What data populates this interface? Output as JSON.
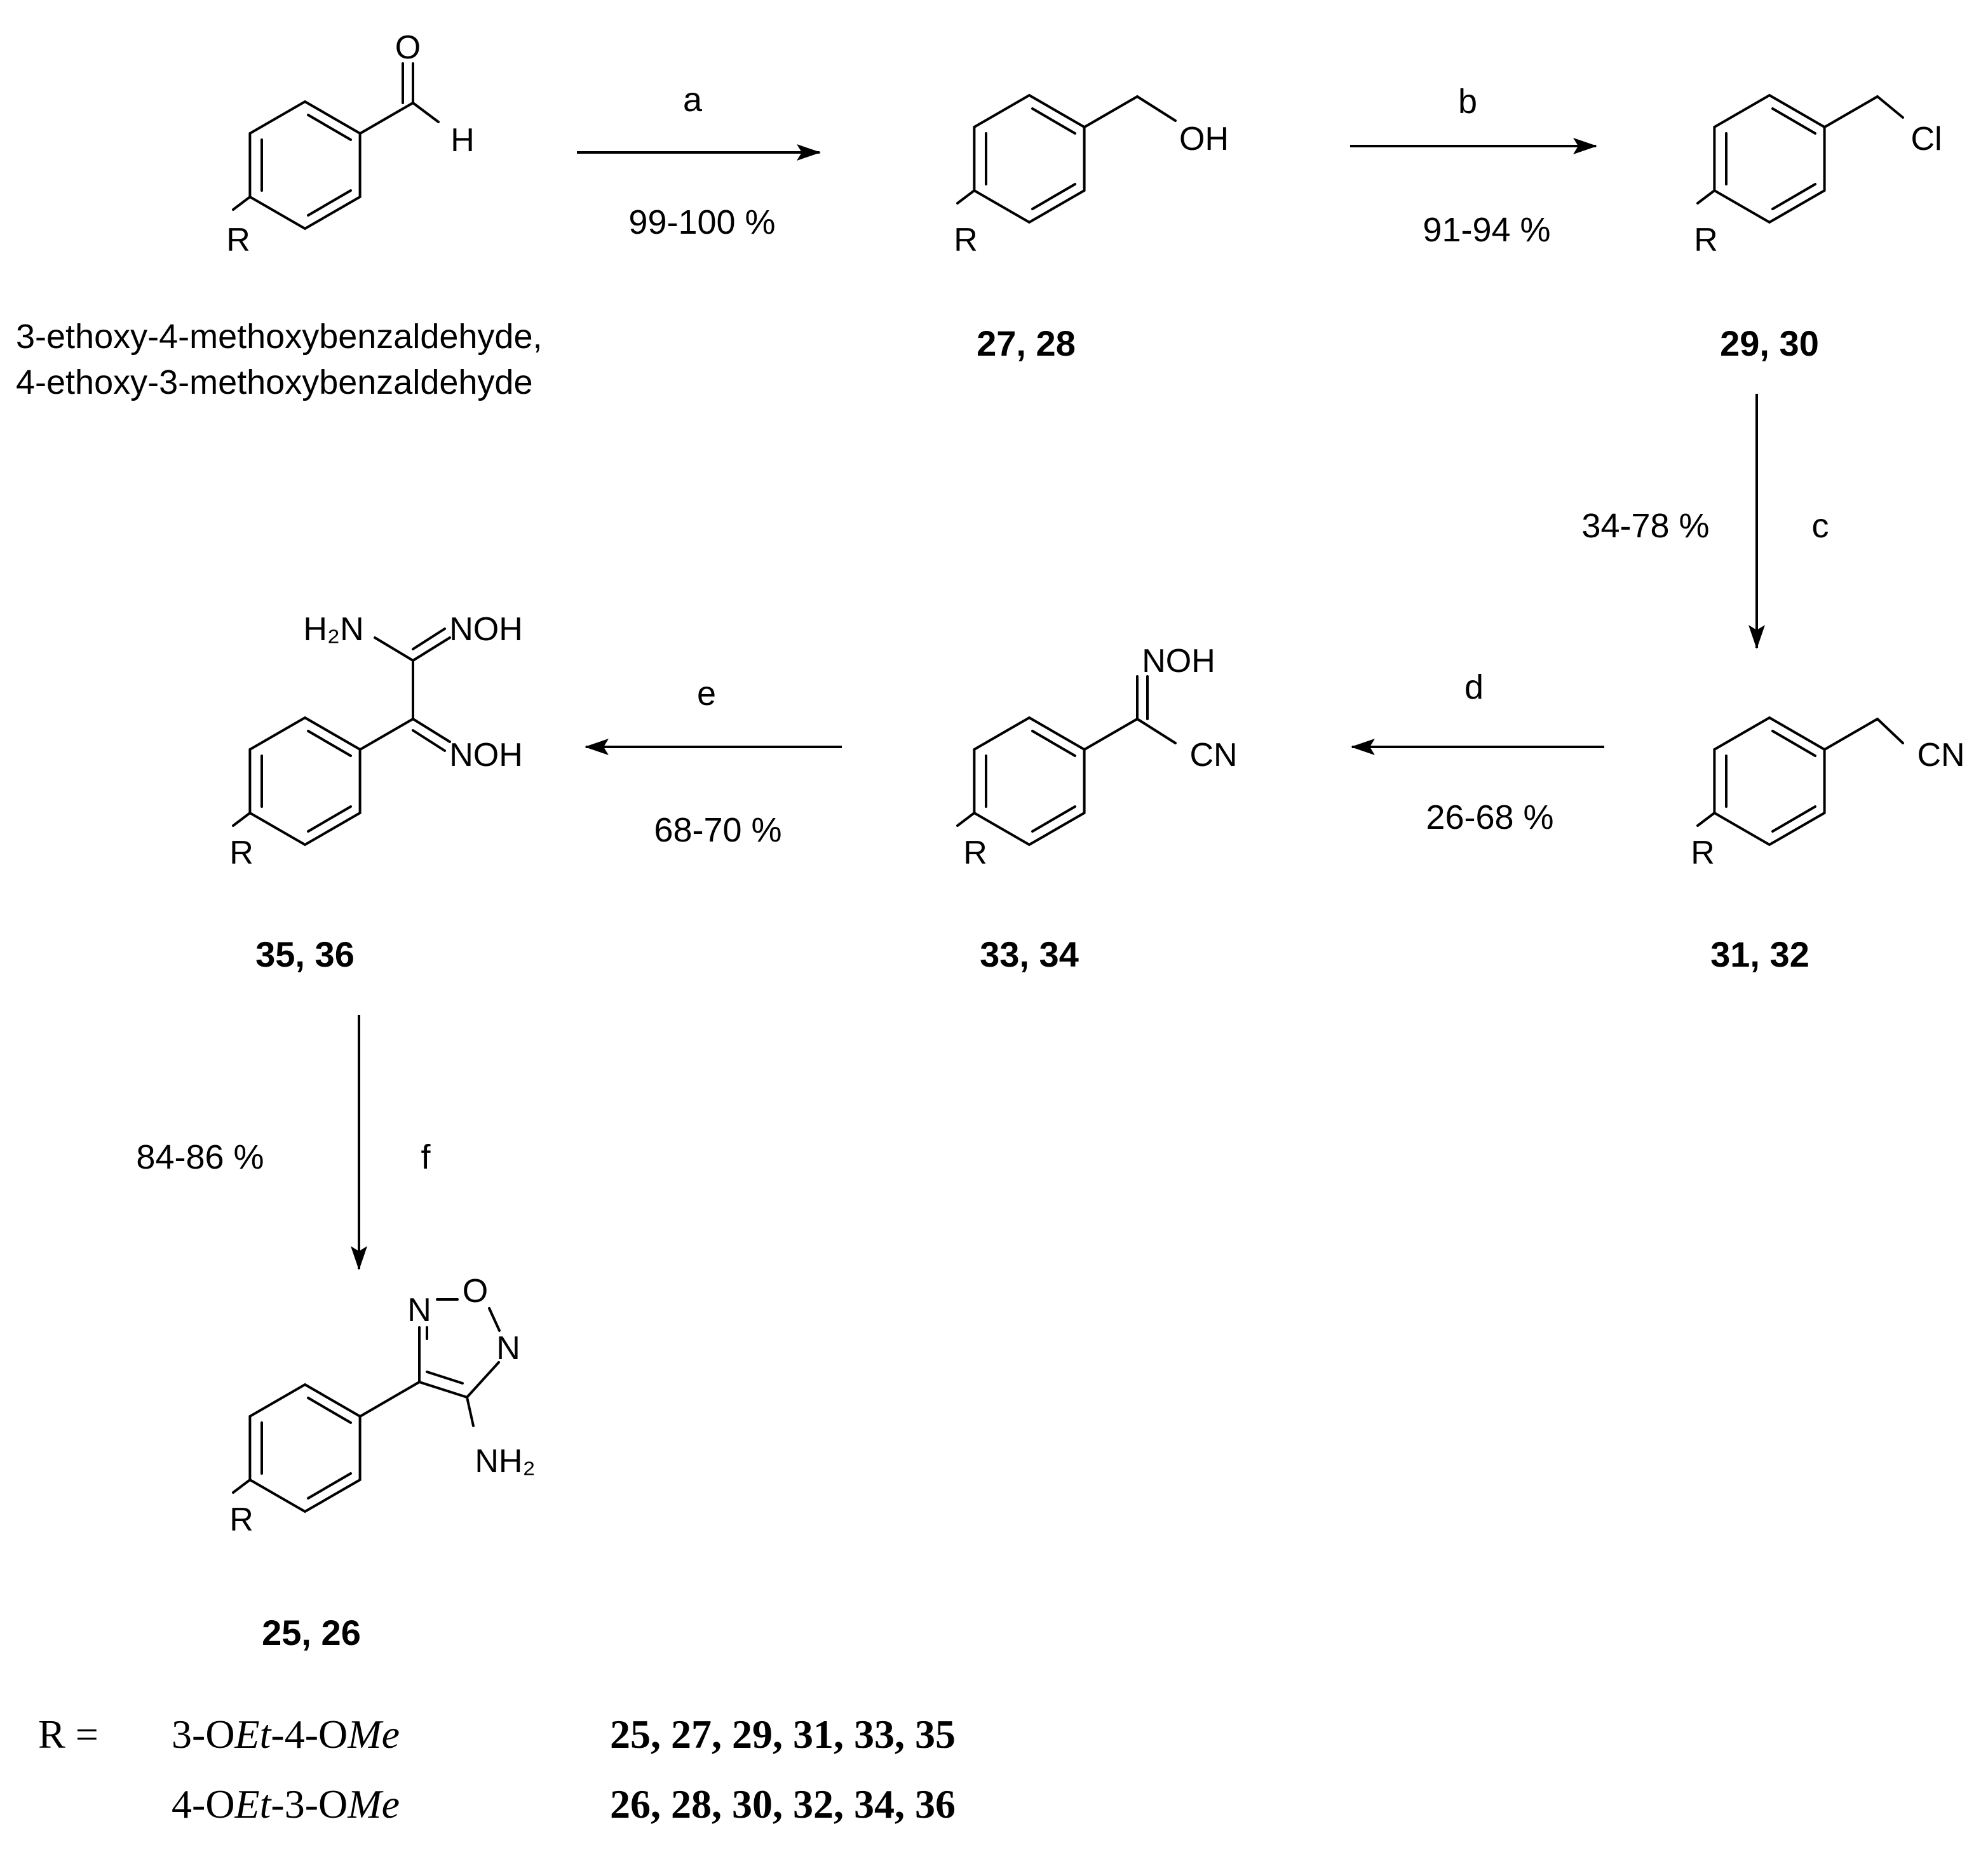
{
  "starting_material": {
    "atoms": {
      "o": "O",
      "h": "H",
      "r": "R"
    },
    "names": [
      "3-ethoxy-4-methoxybenzaldehyde,",
      "4-ethoxy-3-methoxybenzaldehyde"
    ]
  },
  "alcohol": {
    "atoms": {
      "oh": "OH",
      "r": "R"
    },
    "label": "27, 28"
  },
  "chloride": {
    "atoms": {
      "cl": "Cl",
      "r": "R"
    },
    "label": "29, 30"
  },
  "nitrile": {
    "atoms": {
      "cn": "CN",
      "r": "R"
    },
    "label": "31, 32"
  },
  "oxime": {
    "atoms": {
      "noh": "NOH",
      "cn": "CN",
      "r": "R"
    },
    "label": "33, 34"
  },
  "amidoxime": {
    "atoms": {
      "h2n": "H₂N",
      "noh1": "NOH",
      "noh2": "NOH",
      "r": "R"
    },
    "label": "35, 36"
  },
  "furazan": {
    "atoms": {
      "n1": "N",
      "o": "O",
      "n2": "N",
      "nh2": "NH₂",
      "r": "R"
    },
    "label": "25, 26"
  },
  "steps": [
    {
      "reagent": "a",
      "yield": "99-100 %"
    },
    {
      "reagent": "b",
      "yield": "91-94 %"
    },
    {
      "reagent": "c",
      "yield": "34-78 %"
    },
    {
      "reagent": "d",
      "yield": "26-68 %"
    },
    {
      "reagent": "e",
      "yield": "68-70 %"
    },
    {
      "reagent": "f",
      "yield": "84-86 %"
    }
  ],
  "r_table": {
    "prefix": "R =",
    "rows": [
      {
        "substituent": [
          "3-O",
          "Et",
          "-4-O",
          "Me"
        ],
        "compounds": "25, 27, 29, 31, 33, 35"
      },
      {
        "substituent": [
          "4-O",
          "Et",
          "-3-O",
          "Me"
        ],
        "compounds": "26, 28, 30, 32, 34, 36"
      }
    ]
  }
}
